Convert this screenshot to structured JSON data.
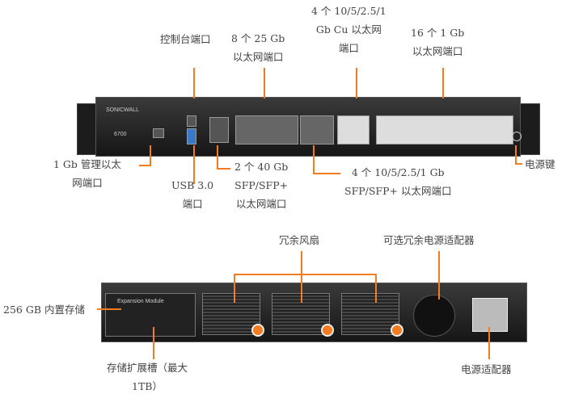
{
  "top_labels": {
    "console": "控制台端口",
    "p25_1": "8 个 25 Gb",
    "p25_2": "以太网端口",
    "cu_1": "4 个 10/5/2.5/1",
    "cu_2": "Gb Cu 以太网",
    "cu_3": "端口",
    "g1_1": "16 个 1 Gb",
    "g1_2": "以太网端口",
    "mgmt_1": "1 Gb 管理以太",
    "mgmt_2": "网端口",
    "usb_1": "USB 3.0",
    "usb_2": "端口",
    "p40_1": "2 个 40 Gb",
    "p40_2": "SFP/SFP+",
    "p40_3": "以太网端口",
    "sfp_1": "4 个 10/5/2.5/1 Gb",
    "sfp_2": "SFP/SFP+ 以太网端口",
    "power_btn": "电源键"
  },
  "device": {
    "brand": "SONICWALL",
    "model": "6700",
    "expansion": "Expansion Module"
  },
  "bottom_labels": {
    "fans": "冗余风扇",
    "opt_psu": "可选冗余电源适配器",
    "storage": "256 GB 内置存储",
    "exp_1": "存储扩展槽（最大",
    "exp_2": "1TB）",
    "psu": "电源适配器"
  }
}
